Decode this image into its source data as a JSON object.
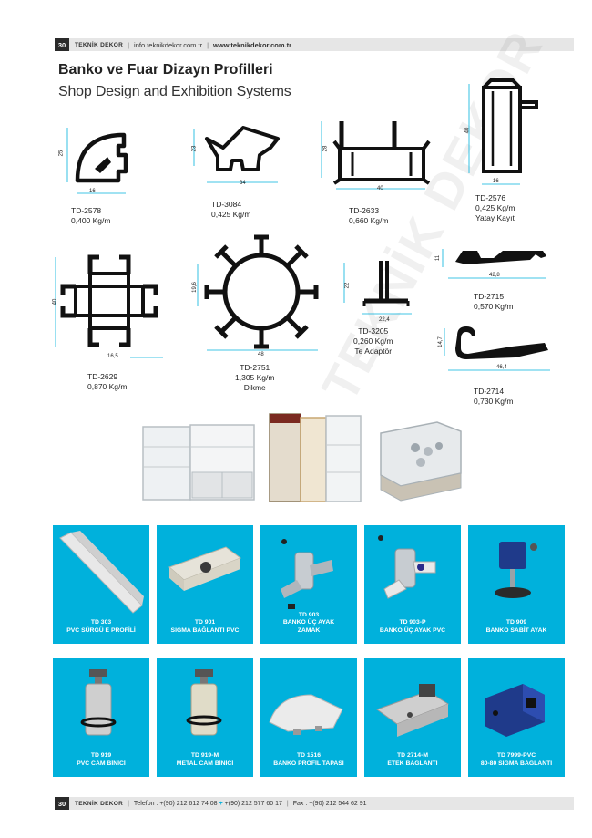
{
  "header": {
    "page_number": "30",
    "brand": "TEKNİK DEKOR",
    "email": "info.teknikdekor.com.tr",
    "website": "www.teknikdekor.com.tr"
  },
  "title": {
    "tr": "Banko ve Fuar Dizayn Profilleri",
    "en": "Shop Design and Exhibition Systems"
  },
  "profiles": [
    {
      "code": "TD-2578",
      "weight": "0,400 Kg/m",
      "extra": "",
      "dims": [
        "25",
        "16"
      ]
    },
    {
      "code": "TD-3084",
      "weight": "0,425 Kg/m",
      "extra": "",
      "dims": [
        "23",
        "34"
      ]
    },
    {
      "code": "TD-2633",
      "weight": "0,660 Kg/m",
      "extra": "",
      "dims": [
        "28",
        "40"
      ]
    },
    {
      "code": "TD-2576",
      "weight": "0,425 Kg/m",
      "extra": "Yatay Kayıt",
      "dims": [
        "40",
        "16"
      ]
    },
    {
      "code": "TD-2629",
      "weight": "0,870 Kg/m",
      "extra": "",
      "dims": [
        "40",
        "16,5"
      ]
    },
    {
      "code": "TD-2751",
      "weight": "1,305 Kg/m",
      "extra": "Dikme",
      "dims": [
        "19,6",
        "48"
      ]
    },
    {
      "code": "TD-3205",
      "weight": "0,260 Kg/m",
      "extra": "Te Adaptör",
      "dims": [
        "22",
        "22,4"
      ]
    },
    {
      "code": "TD-2715",
      "weight": "0,570 Kg/m",
      "extra": "",
      "dims": [
        "11",
        "42,8"
      ]
    },
    {
      "code": "TD-2714",
      "weight": "0,730 Kg/m",
      "extra": "",
      "dims": [
        "14,7",
        "46,4"
      ]
    }
  ],
  "accessories": [
    {
      "code": "TD 303",
      "name": "PVC SÜRGÜ E PROFİLİ",
      "name2": ""
    },
    {
      "code": "TD 901",
      "name": "SIGMA BAĞLANTI PVC",
      "name2": ""
    },
    {
      "code": "TD 903",
      "name": "BANKO ÜÇ AYAK",
      "name2": "ZAMAK"
    },
    {
      "code": "TD 903-P",
      "name": "BANKO ÜÇ AYAK PVC",
      "name2": ""
    },
    {
      "code": "TD 909",
      "name": "BANKO SABİT AYAK",
      "name2": ""
    },
    {
      "code": "TD 919",
      "name": "PVC CAM BİNİCİ",
      "name2": ""
    },
    {
      "code": "TD 919-M",
      "name": "METAL CAM BİNİCİ",
      "name2": ""
    },
    {
      "code": "TD 1516",
      "name": "BANKO PROFİL TAPASI",
      "name2": ""
    },
    {
      "code": "TD 2714-M",
      "name": "ETEK BAĞLANTI",
      "name2": ""
    },
    {
      "code": "TD 7999-PVC",
      "name": "80-80 SIGMA BAĞLANTI",
      "name2": ""
    }
  ],
  "footer": {
    "page_number": "30",
    "brand": "TEKNİK DEKOR",
    "phone_label": "Telefon :",
    "phone1": "+(90) 212 612 74 08",
    "phone2": "+(90) 212 577 60 17",
    "fax": "Fax : +(90) 212 544 62 91"
  },
  "colors": {
    "accent": "#00b1dc",
    "profile": "#111111",
    "dimension": "#00b1dc"
  }
}
